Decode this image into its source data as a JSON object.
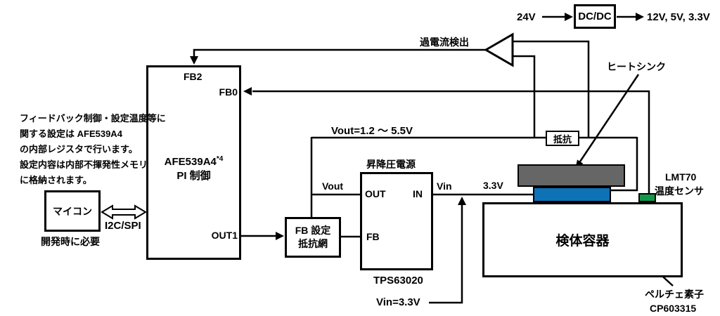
{
  "colors": {
    "heatsink_gray": "#666666",
    "peltier_blue": "#0e72b6",
    "sensor_green": "#13984b",
    "line_black": "#000000"
  },
  "power_rail": {
    "input": "24V",
    "converter": "DC/DC",
    "outputs": "12V, 5V, 3.3V"
  },
  "overcurrent": {
    "label": "過電流検出"
  },
  "heatsink": {
    "label": "ヒートシンク"
  },
  "afe": {
    "pin_fb2": "FB2",
    "pin_fb0": "FB0",
    "part": "AFE539A4",
    "part_sup": "*4",
    "function": "PI 制御",
    "pin_out1": "OUT1"
  },
  "note": {
    "lines": [
      "フィードバック制御・設定温度等に",
      "関する設定は AFE539A4",
      "の内部レジスタで行います。",
      "設定内容は内部不揮発性メモリ",
      "に格納されます。"
    ]
  },
  "mcu": {
    "label": "マイコン",
    "bus": "I2C/SPI",
    "caption": "開発時に必要"
  },
  "fb_network": {
    "line1": "FB 設定",
    "line2": "抵抗網"
  },
  "regulator": {
    "title": "昇降圧電源",
    "pin_out": "OUT",
    "pin_in": "IN",
    "pin_fb": "FB",
    "part": "TPS63020",
    "vout_label": "Vout",
    "vin_label": "Vin",
    "vout_range": "Vout=1.2 ～ 5.5V",
    "vin_value": "Vin=3.3V",
    "rail_3v3": "3.3V"
  },
  "sense_resistor": {
    "label": "抵抗"
  },
  "temp_sensor": {
    "part": "LMT70",
    "label": "温度センサ"
  },
  "container": {
    "label": "検体容器"
  },
  "peltier": {
    "label": "ペルチェ素子",
    "part": "CP603315"
  }
}
